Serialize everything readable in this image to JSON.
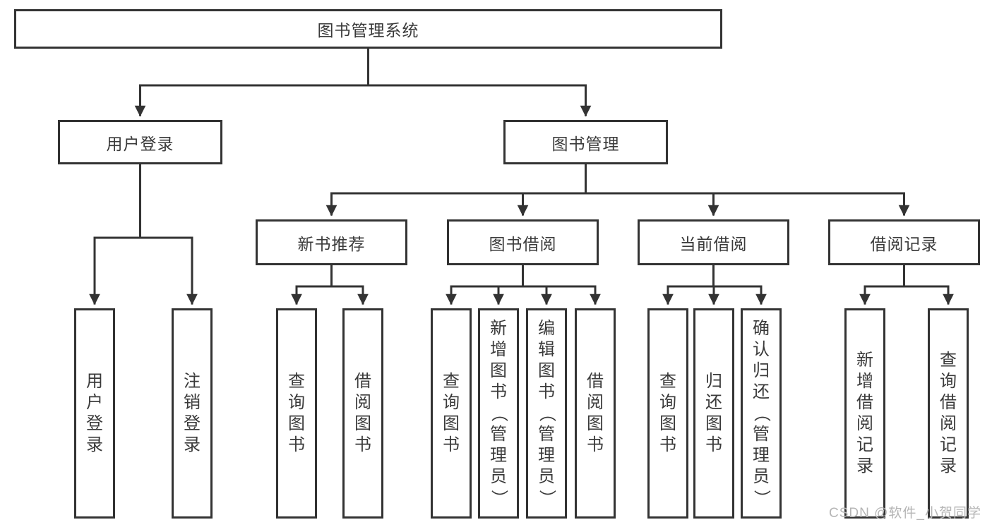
{
  "nodes": {
    "root": "图书管理系统",
    "user_login": "用户登录",
    "book_mgmt": "图书管理",
    "new_book_rec": "新书推荐",
    "book_borrow": "图书借阅",
    "current_borrow": "当前借阅",
    "borrow_record": "借阅记录"
  },
  "leaves": {
    "user_login": [
      "用户登录",
      "注销登录"
    ],
    "new_book_rec": [
      "查询图书",
      "借阅图书"
    ],
    "book_borrow": [
      "查询图书",
      "新增图书（管理员）",
      "编辑图书（管理员）",
      "借阅图书"
    ],
    "current_borrow": [
      "查询图书",
      "归还图书",
      "确认归还（管理员）"
    ],
    "borrow_record": [
      "新增借阅记录",
      "查询借阅记录"
    ]
  },
  "watermark": "CSDN @软件_小贺同学",
  "colors": {
    "line": "#333333",
    "text": "#3a3a3a",
    "background": "#ffffff",
    "watermark": "#b5b5b5"
  }
}
